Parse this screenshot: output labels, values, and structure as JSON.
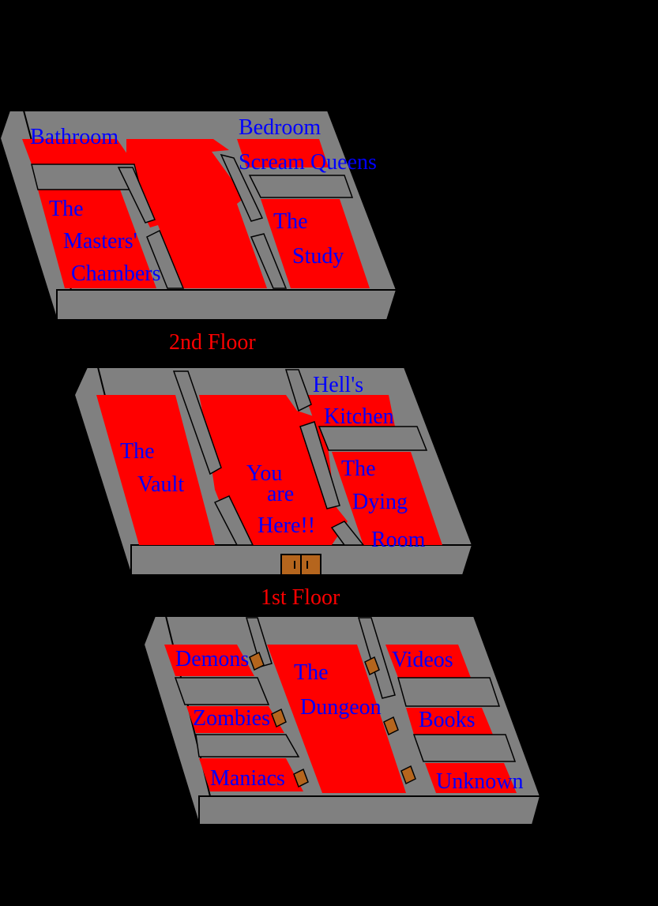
{
  "colors": {
    "background": "#000000",
    "wall": "#808080",
    "floor": "#ff0000",
    "room_text": "#0000ff",
    "floor_label": "#ff0000",
    "door": "#b5651d"
  },
  "floors": {
    "second": {
      "label": "2nd Floor",
      "rooms": {
        "bathroom": [
          "Bathroom"
        ],
        "bedroom": [
          "Bedroom",
          "Scream Queens"
        ],
        "masters": [
          "The",
          "Masters'",
          "Chambers"
        ],
        "study": [
          "The",
          "Study"
        ]
      }
    },
    "first": {
      "label": "1st Floor",
      "rooms": {
        "vault": [
          "The",
          "Vault"
        ],
        "you_are_here": [
          "You",
          "are",
          "Here!!"
        ],
        "kitchen": [
          "Hell's",
          "Kitchen"
        ],
        "dying": [
          "The",
          "Dying",
          "Room"
        ]
      }
    },
    "basement": {
      "rooms": {
        "demons": [
          "Demons"
        ],
        "zombies": [
          "Zombies"
        ],
        "maniacs": [
          "Maniacs"
        ],
        "dungeon": [
          "The",
          "Dungeon"
        ],
        "videos": [
          "Videos"
        ],
        "books": [
          "Books"
        ],
        "unknown": [
          "Unknown"
        ]
      }
    }
  }
}
